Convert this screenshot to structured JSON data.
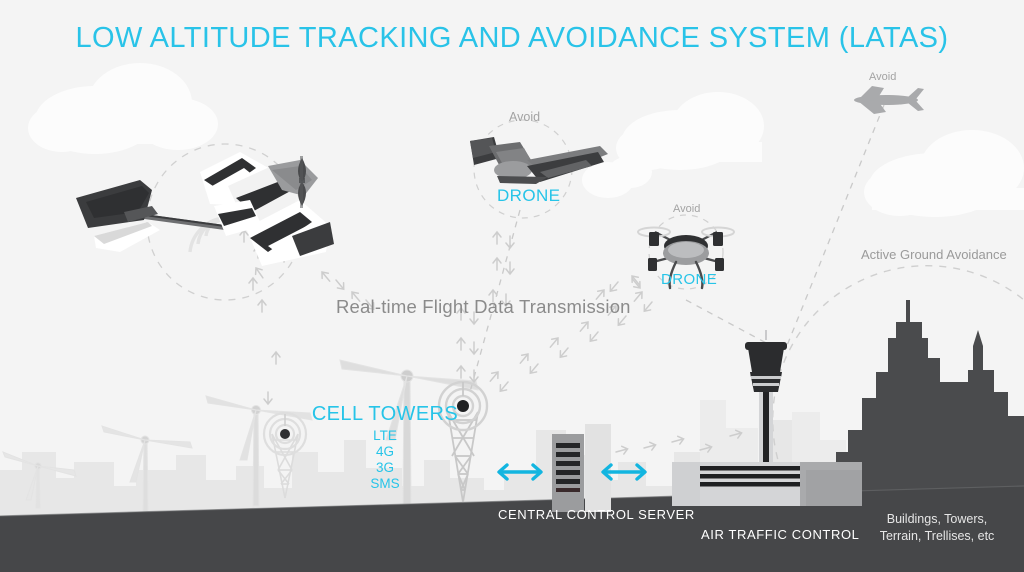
{
  "page": {
    "title": "LOW ALTITUDE TRACKING AND AVOIDANCE SYSTEM (LATAS)",
    "background_color": "#f4f4f4",
    "accent_color": "#26c4e8",
    "ground_color": "#464749",
    "skyline_color": "#4a4b4d"
  },
  "nodes": {
    "uav_fixed_wing": {
      "avoid_label": "",
      "name": ""
    },
    "drone_wing": {
      "avoid_label": "Avoid",
      "name": "DRONE"
    },
    "drone_quad": {
      "avoid_label": "Avoid",
      "name": "DRONE"
    },
    "airplane": {
      "avoid_label": "Avoid"
    }
  },
  "cell_towers": {
    "heading": "CELL TOWERS",
    "technologies": [
      "LTE",
      "4G",
      "3G",
      "SMS"
    ]
  },
  "labels": {
    "transmission": "Real-time Flight Data Transmission",
    "ground_avoidance": "Active Ground Avoidance",
    "central_server": "CENTRAL CONTROL SERVER",
    "air_traffic_control": "AIR TRAFFIC CONTROL",
    "obstacles_line1": "Buildings, Towers,",
    "obstacles_line2": "Terrain, Trellises, etc"
  },
  "icons": {
    "exchange_arrow_left": "exchange-arrow-icon",
    "exchange_arrow_right": "exchange-arrow-icon",
    "signal_rings": "signal-rings-icon",
    "cloud": "cloud-icon"
  }
}
